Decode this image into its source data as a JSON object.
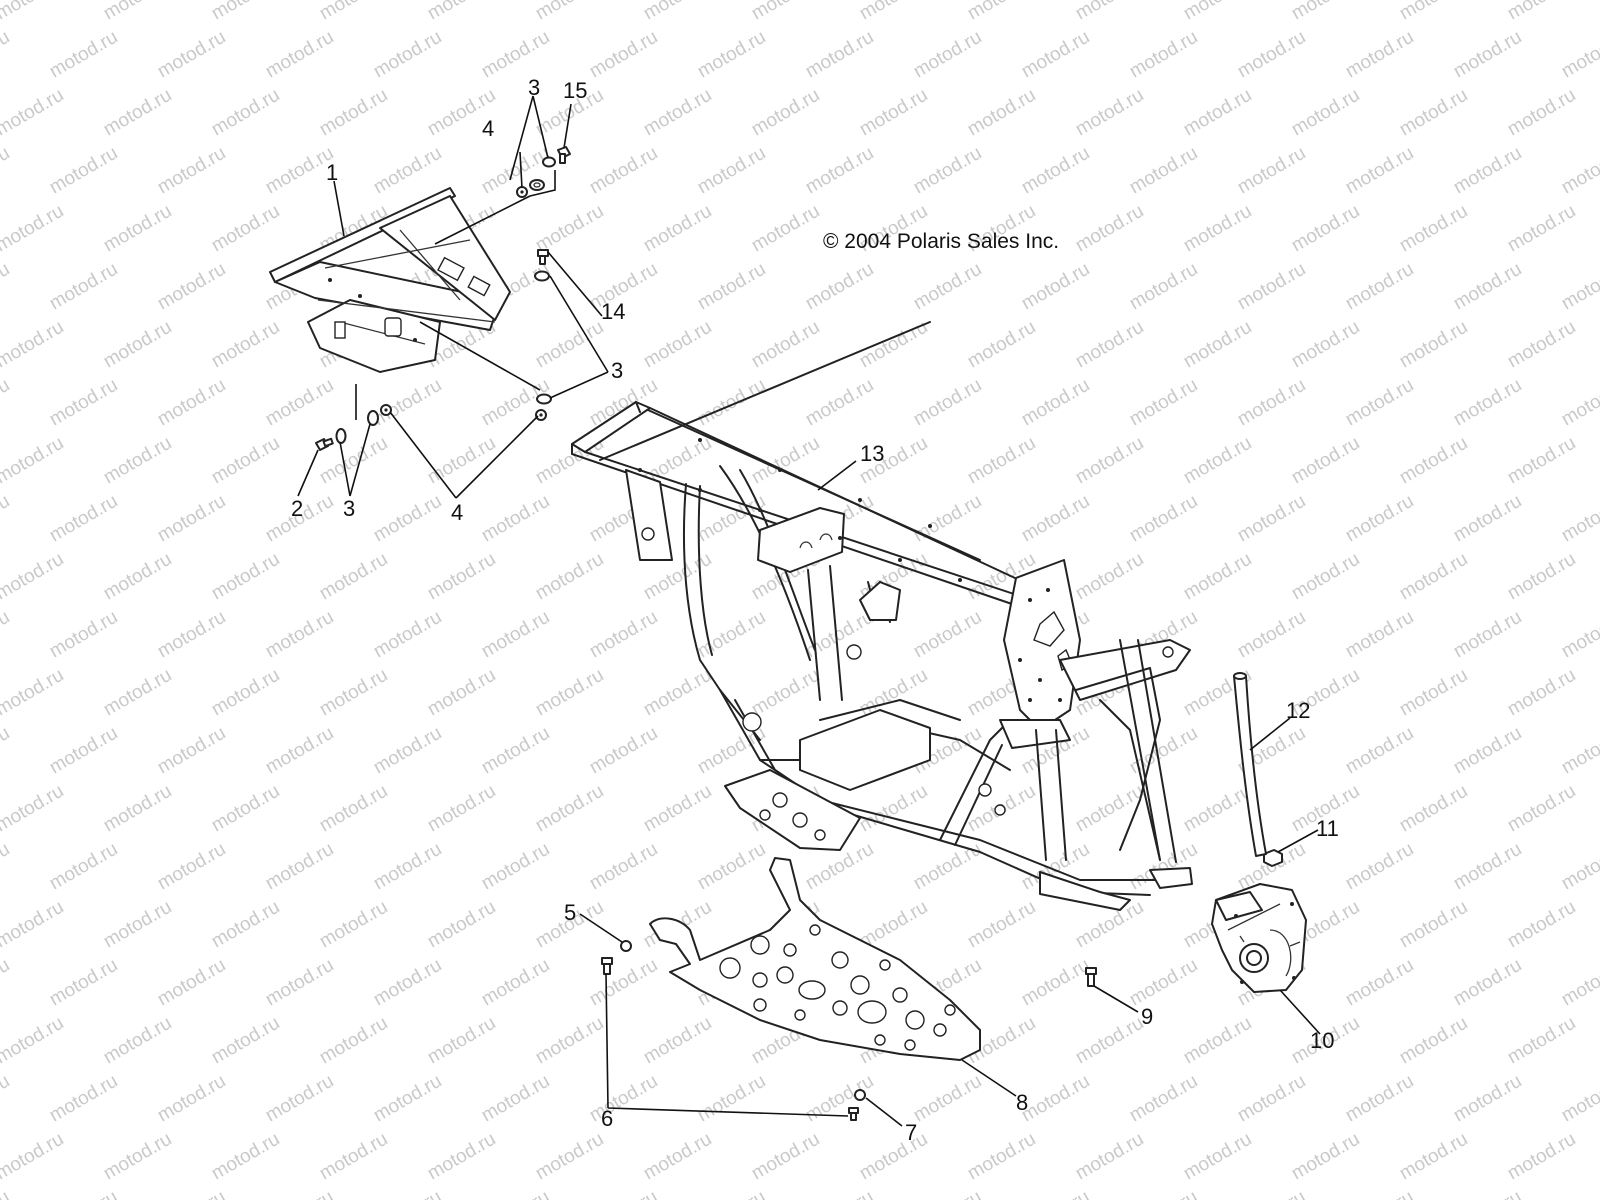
{
  "watermark": {
    "text": "motod.ru"
  },
  "copyright": "© 2004 Polaris Sales Inc.",
  "callouts": [
    {
      "id": "c1",
      "label": "1"
    },
    {
      "id": "c2",
      "label": "2"
    },
    {
      "id": "c3a",
      "label": "3"
    },
    {
      "id": "c3b",
      "label": "3"
    },
    {
      "id": "c3c",
      "label": "3"
    },
    {
      "id": "c4a",
      "label": "4"
    },
    {
      "id": "c4b",
      "label": "4"
    },
    {
      "id": "c5",
      "label": "5"
    },
    {
      "id": "c6",
      "label": "6"
    },
    {
      "id": "c7",
      "label": "7"
    },
    {
      "id": "c8",
      "label": "8"
    },
    {
      "id": "c9",
      "label": "9"
    },
    {
      "id": "c10",
      "label": "10"
    },
    {
      "id": "c11",
      "label": "11"
    },
    {
      "id": "c12",
      "label": "12"
    },
    {
      "id": "c13",
      "label": "13"
    },
    {
      "id": "c14",
      "label": "14"
    },
    {
      "id": "c15",
      "label": "15"
    }
  ]
}
